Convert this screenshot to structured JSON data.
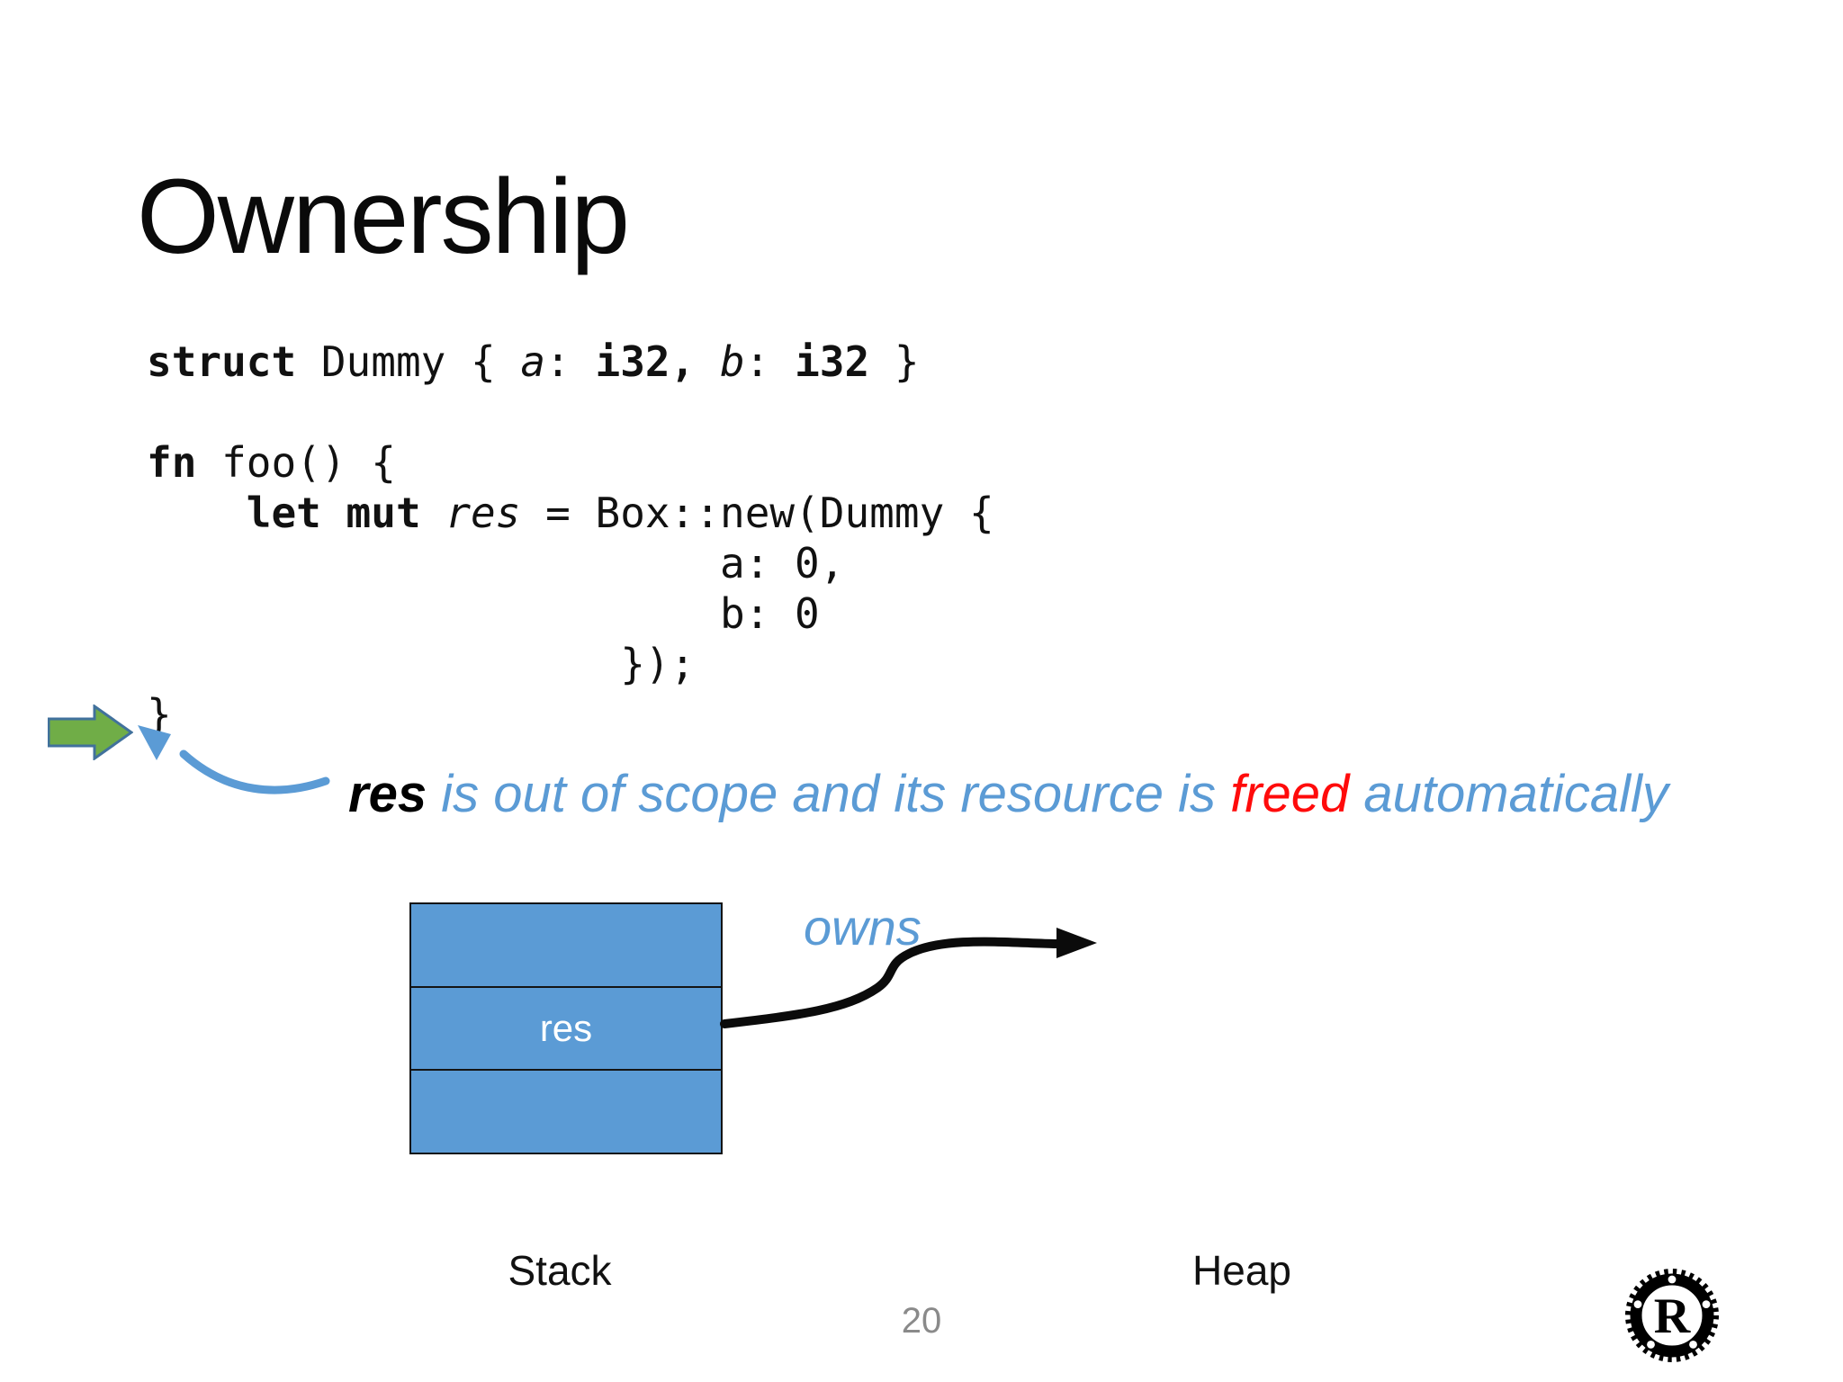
{
  "slide": {
    "title": "Ownership",
    "page_number": "20"
  },
  "code": {
    "lines": [
      {
        "segments": [
          {
            "t": "struct",
            "b": true
          },
          {
            "t": " Dummy { "
          },
          {
            "t": "a",
            "i": true
          },
          {
            "t": ": "
          },
          {
            "t": "i32,",
            "b": true
          },
          {
            "t": " "
          },
          {
            "t": "b",
            "i": true
          },
          {
            "t": ": "
          },
          {
            "t": "i32",
            "b": true
          },
          {
            "t": " }"
          }
        ]
      },
      {
        "segments": []
      },
      {
        "segments": [
          {
            "t": "fn",
            "b": true
          },
          {
            "t": " foo() {"
          }
        ]
      },
      {
        "segments": [
          {
            "t": "    "
          },
          {
            "t": "let mut",
            "b": true
          },
          {
            "t": " "
          },
          {
            "t": "res",
            "i": true
          },
          {
            "t": " = Box::new(Dummy {"
          }
        ]
      },
      {
        "segments": [
          {
            "t": "                       a: 0,"
          }
        ]
      },
      {
        "segments": [
          {
            "t": "                       b: 0"
          }
        ]
      },
      {
        "segments": [
          {
            "t": "                   });"
          }
        ]
      },
      {
        "segments": [
          {
            "t": "}"
          }
        ]
      }
    ]
  },
  "annotation": {
    "segments": [
      {
        "t": "res",
        "style": "var"
      },
      {
        "t": " is out of scope and its resource is ",
        "style": "plain"
      },
      {
        "t": "freed",
        "style": "freed"
      },
      {
        "t": " automatically",
        "style": "plain"
      }
    ]
  },
  "diagram": {
    "cell_label": "res",
    "owns_label": "owns",
    "stack_label": "Stack",
    "heap_label": "Heap"
  },
  "icons": {
    "green_block_arrow": "right-pointing block arrow marking end of scope",
    "annotation_curved_arrow": "blue curved arrow pointing at closing brace",
    "owns_arrow": "black s-curved arrow from stack cell toward heap",
    "rust_logo": "Rust gear logo with letter R"
  },
  "colors": {
    "blue": "#5b9bd5",
    "red": "#ff0b0b",
    "green_fill": "#70ad47",
    "green_border": "#41719c",
    "box_fill": "#5b9bd5",
    "box_border": "#141414",
    "muted": "#8a8a8a",
    "arrow_black": "#0b0b0b"
  }
}
